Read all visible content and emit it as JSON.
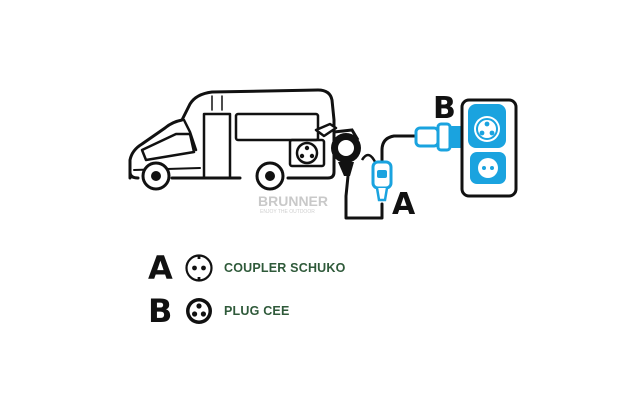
{
  "diagram": {
    "label_a": "A",
    "label_b": "B",
    "watermark": "BRUNNER",
    "watermark_sub": "ENJOY THE OUTDOOR"
  },
  "legend": [
    {
      "letter": "A",
      "label": "COUPLER SCHUKO",
      "icon": "schuko-socket-icon"
    },
    {
      "letter": "B",
      "label": "PLUG CEE",
      "icon": "cee-plug-icon"
    }
  ],
  "colors": {
    "outline": "#111111",
    "accent_blue": "#1aa3df",
    "legend_text": "#2f5a3a",
    "watermark": "#c9c9c9"
  }
}
